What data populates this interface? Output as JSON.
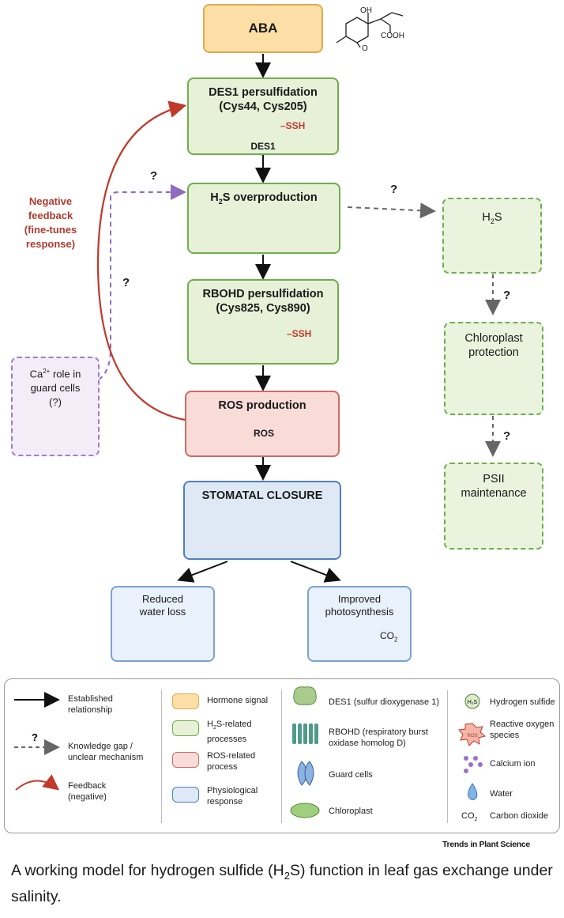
{
  "main_flow": {
    "aba": "ABA",
    "aba_struct_oh": "OH",
    "aba_struct_cooh": "COOH",
    "aba_struct_o": "O",
    "des1_title": "DES1 persulfidation",
    "des1_sub": "(Cys44, Cys205)",
    "des1_ssh": "–SSH",
    "des1_label": "DES1",
    "h2s_over_title": "overproduction",
    "rbohd_title": "RBOHD persulfidation",
    "rbohd_sub": "(Cys825, Cys890)",
    "rbohd_ssh": "–SSH",
    "ros_title": "ROS production",
    "ros_label": "ROS",
    "stomatal": "STOMATAL CLOSURE",
    "reduced_l1": "Reduced",
    "reduced_l2": "water loss",
    "improved_l1": "Improved",
    "improved_l2": "photosynthesis",
    "co2": "CO"
  },
  "side": {
    "neg_l1": "Negative",
    "neg_l2": "feedback",
    "neg_l3": "(fine-tunes",
    "neg_l4": "response)",
    "ca_l1_suffix": " role in",
    "ca_l2": "guard cells",
    "ca_l3": "(?)",
    "h2s_box": "S",
    "chloro_l1": "Chloroplast",
    "chloro_l2": "protection",
    "psii_l1": "PSII",
    "psii_l2": "maintenance",
    "q": "?"
  },
  "legend": {
    "established": "Established\nrelationship",
    "gap": "Knowledge gap /\nunclear mechanism",
    "feedback": "Feedback\n(negative)",
    "hormone": "Hormone signal",
    "h2s_related": "S-related\nprocesses",
    "ros_related": "ROS-related\nprocess",
    "physio": "Physiological\nresponse",
    "des1": "DES1 (sulfur dioxygenase 1)",
    "rbohd": "RBOHD (respiratory burst\noxidase homolog D)",
    "guard": "Guard cells",
    "chloroplast": "Chloroplast",
    "h2s": "Hydrogen sulfide",
    "ros": "Reactive oxygen\nspecies",
    "ros_icon": "ROS",
    "calcium": "Calcium ion",
    "water": "Water",
    "co2_sym": "CO",
    "co2": "Carbon dioxide"
  },
  "credit": "Trends in Plant Science",
  "caption": {
    "part1": "A working model for hydrogen sulfide (H",
    "part2": "S) function in leaf gas exchange under salinity."
  },
  "colors": {
    "hormone": "#fcdfa6",
    "h2s": "#e6f1d8",
    "ros": "#f9dcd8",
    "physio": "#dfe9f6",
    "feedback": "#c0392b",
    "gap_arrow": "#8e6cc0"
  }
}
